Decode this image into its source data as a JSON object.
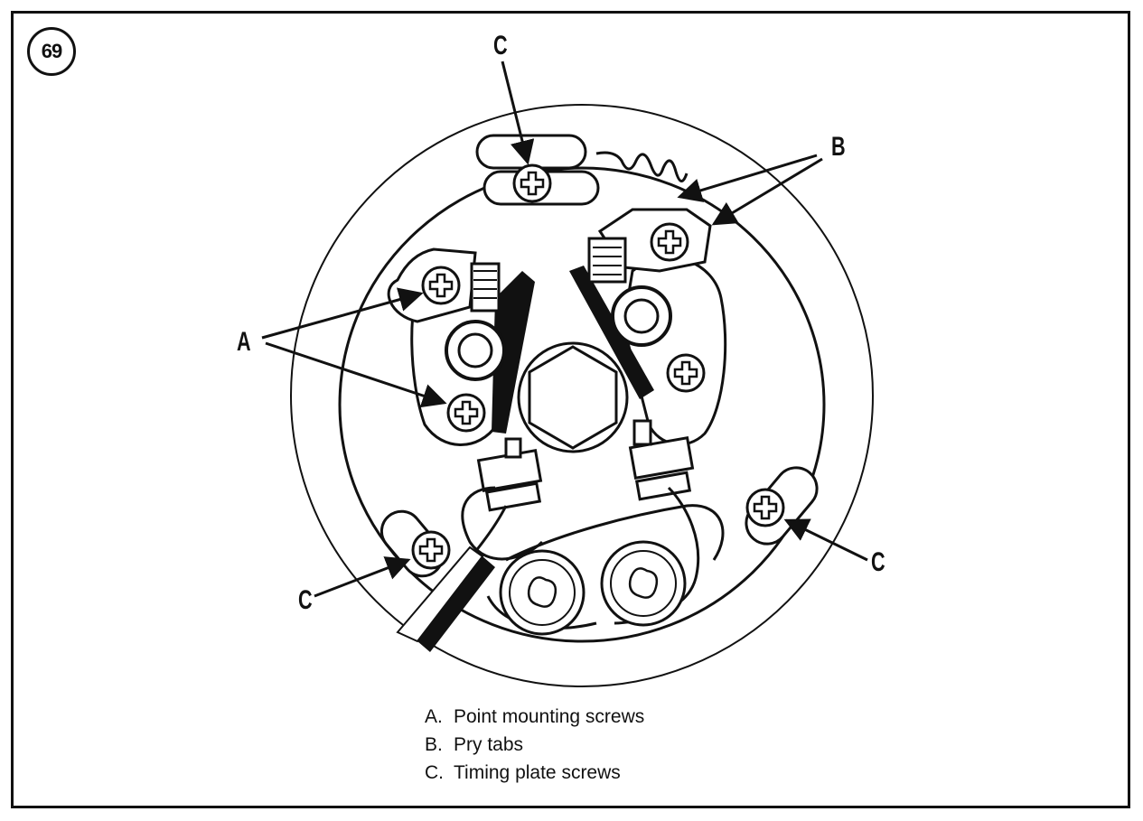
{
  "figure_number": "69",
  "callouts": {
    "a": "A",
    "b": "B",
    "c": "C"
  },
  "legend": [
    {
      "key": "A.",
      "text": "Point mounting screws"
    },
    {
      "key": "B.",
      "text": "Pry tabs"
    },
    {
      "key": "C.",
      "text": "Timing plate screws"
    }
  ]
}
